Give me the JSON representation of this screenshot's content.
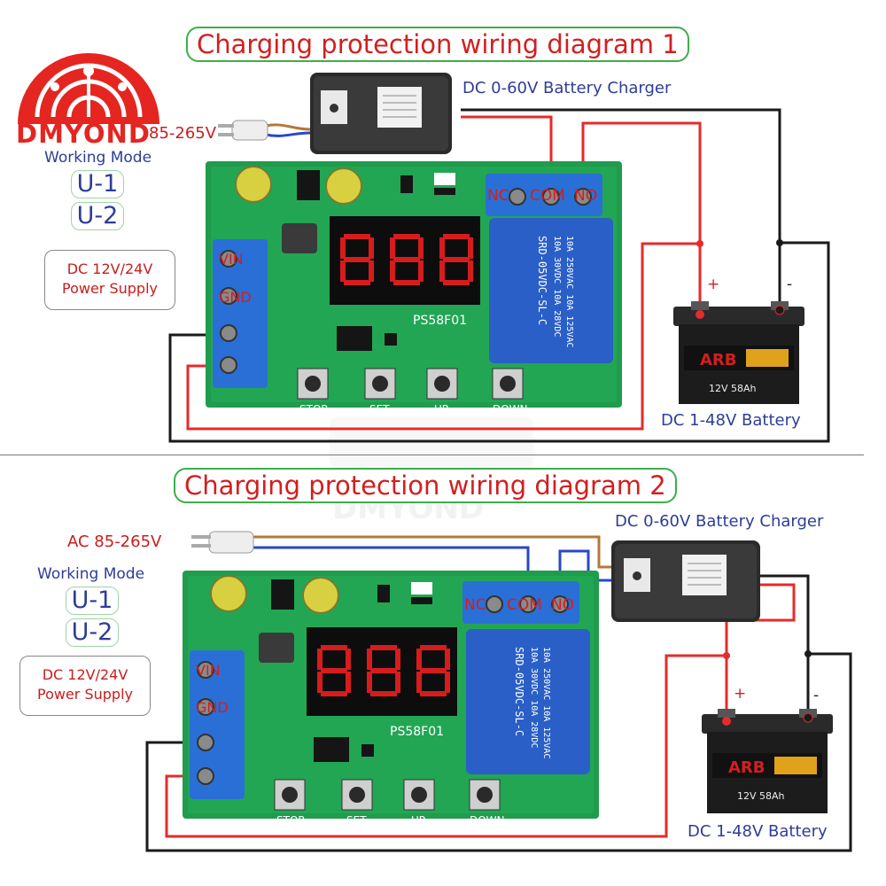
{
  "brand": {
    "name": "DMYOND",
    "color": "#e52520"
  },
  "watermark": {
    "text": "DMYOND"
  },
  "colors": {
    "pcb": "#1f9c4c",
    "terminal": "#2a6fd6",
    "wire_red": "#e52b2b",
    "wire_black": "#1a1a1a",
    "wire_blue": "#2a47c9",
    "wire_brown": "#b4773a",
    "title_border": "#3fae4a",
    "title_text": "#d21f1f",
    "label_blue": "#2e3d97"
  },
  "diagrams": [
    {
      "title": "Charging protection wiring diagram 1",
      "charger_label": "DC 0-60V Battery Charger",
      "ac_label": "85-265V",
      "working_mode_label": "Working Mode",
      "modes": [
        "U-1",
        "U-2"
      ],
      "power_supply": [
        "DC 12V/24V",
        "Power Supply"
      ],
      "terminals": [
        "VIN",
        "GND"
      ],
      "relay_pins": [
        "NC",
        "COM",
        "NO"
      ],
      "relay_text": [
        "10A 250VAC 10A 125VAC",
        "10A 30VDC 10A 28VDC",
        "SRD-05VDC-SL-C"
      ],
      "module_model": "PS58F01",
      "buttons": [
        "STOP",
        "SET",
        "UP",
        "DOWN"
      ],
      "battery_label": "DC 1-48V Battery",
      "battery_plus": "+",
      "battery_minus": "-",
      "battery_brand": "ARB",
      "battery_spec": "12V 58Ah"
    },
    {
      "title": "Charging protection wiring diagram 2",
      "charger_label": "DC 0-60V Battery Charger",
      "ac_label": "AC 85-265V",
      "working_mode_label": "Working Mode",
      "modes": [
        "U-1",
        "U-2"
      ],
      "power_supply": [
        "DC 12V/24V",
        "Power Supply"
      ],
      "terminals": [
        "VIN",
        "GND"
      ],
      "relay_pins": [
        "NC",
        "COM",
        "NO"
      ],
      "relay_text": [
        "10A 250VAC 10A 125VAC",
        "10A 30VDC 10A 28VDC",
        "SRD-05VDC-SL-C"
      ],
      "module_model": "PS58F01",
      "buttons": [
        "STOP",
        "SET",
        "UP",
        "DOWN"
      ],
      "battery_label": "DC 1-48V Battery",
      "battery_plus": "+",
      "battery_minus": "-",
      "battery_brand": "ARB",
      "battery_spec": "12V 58Ah"
    }
  ]
}
